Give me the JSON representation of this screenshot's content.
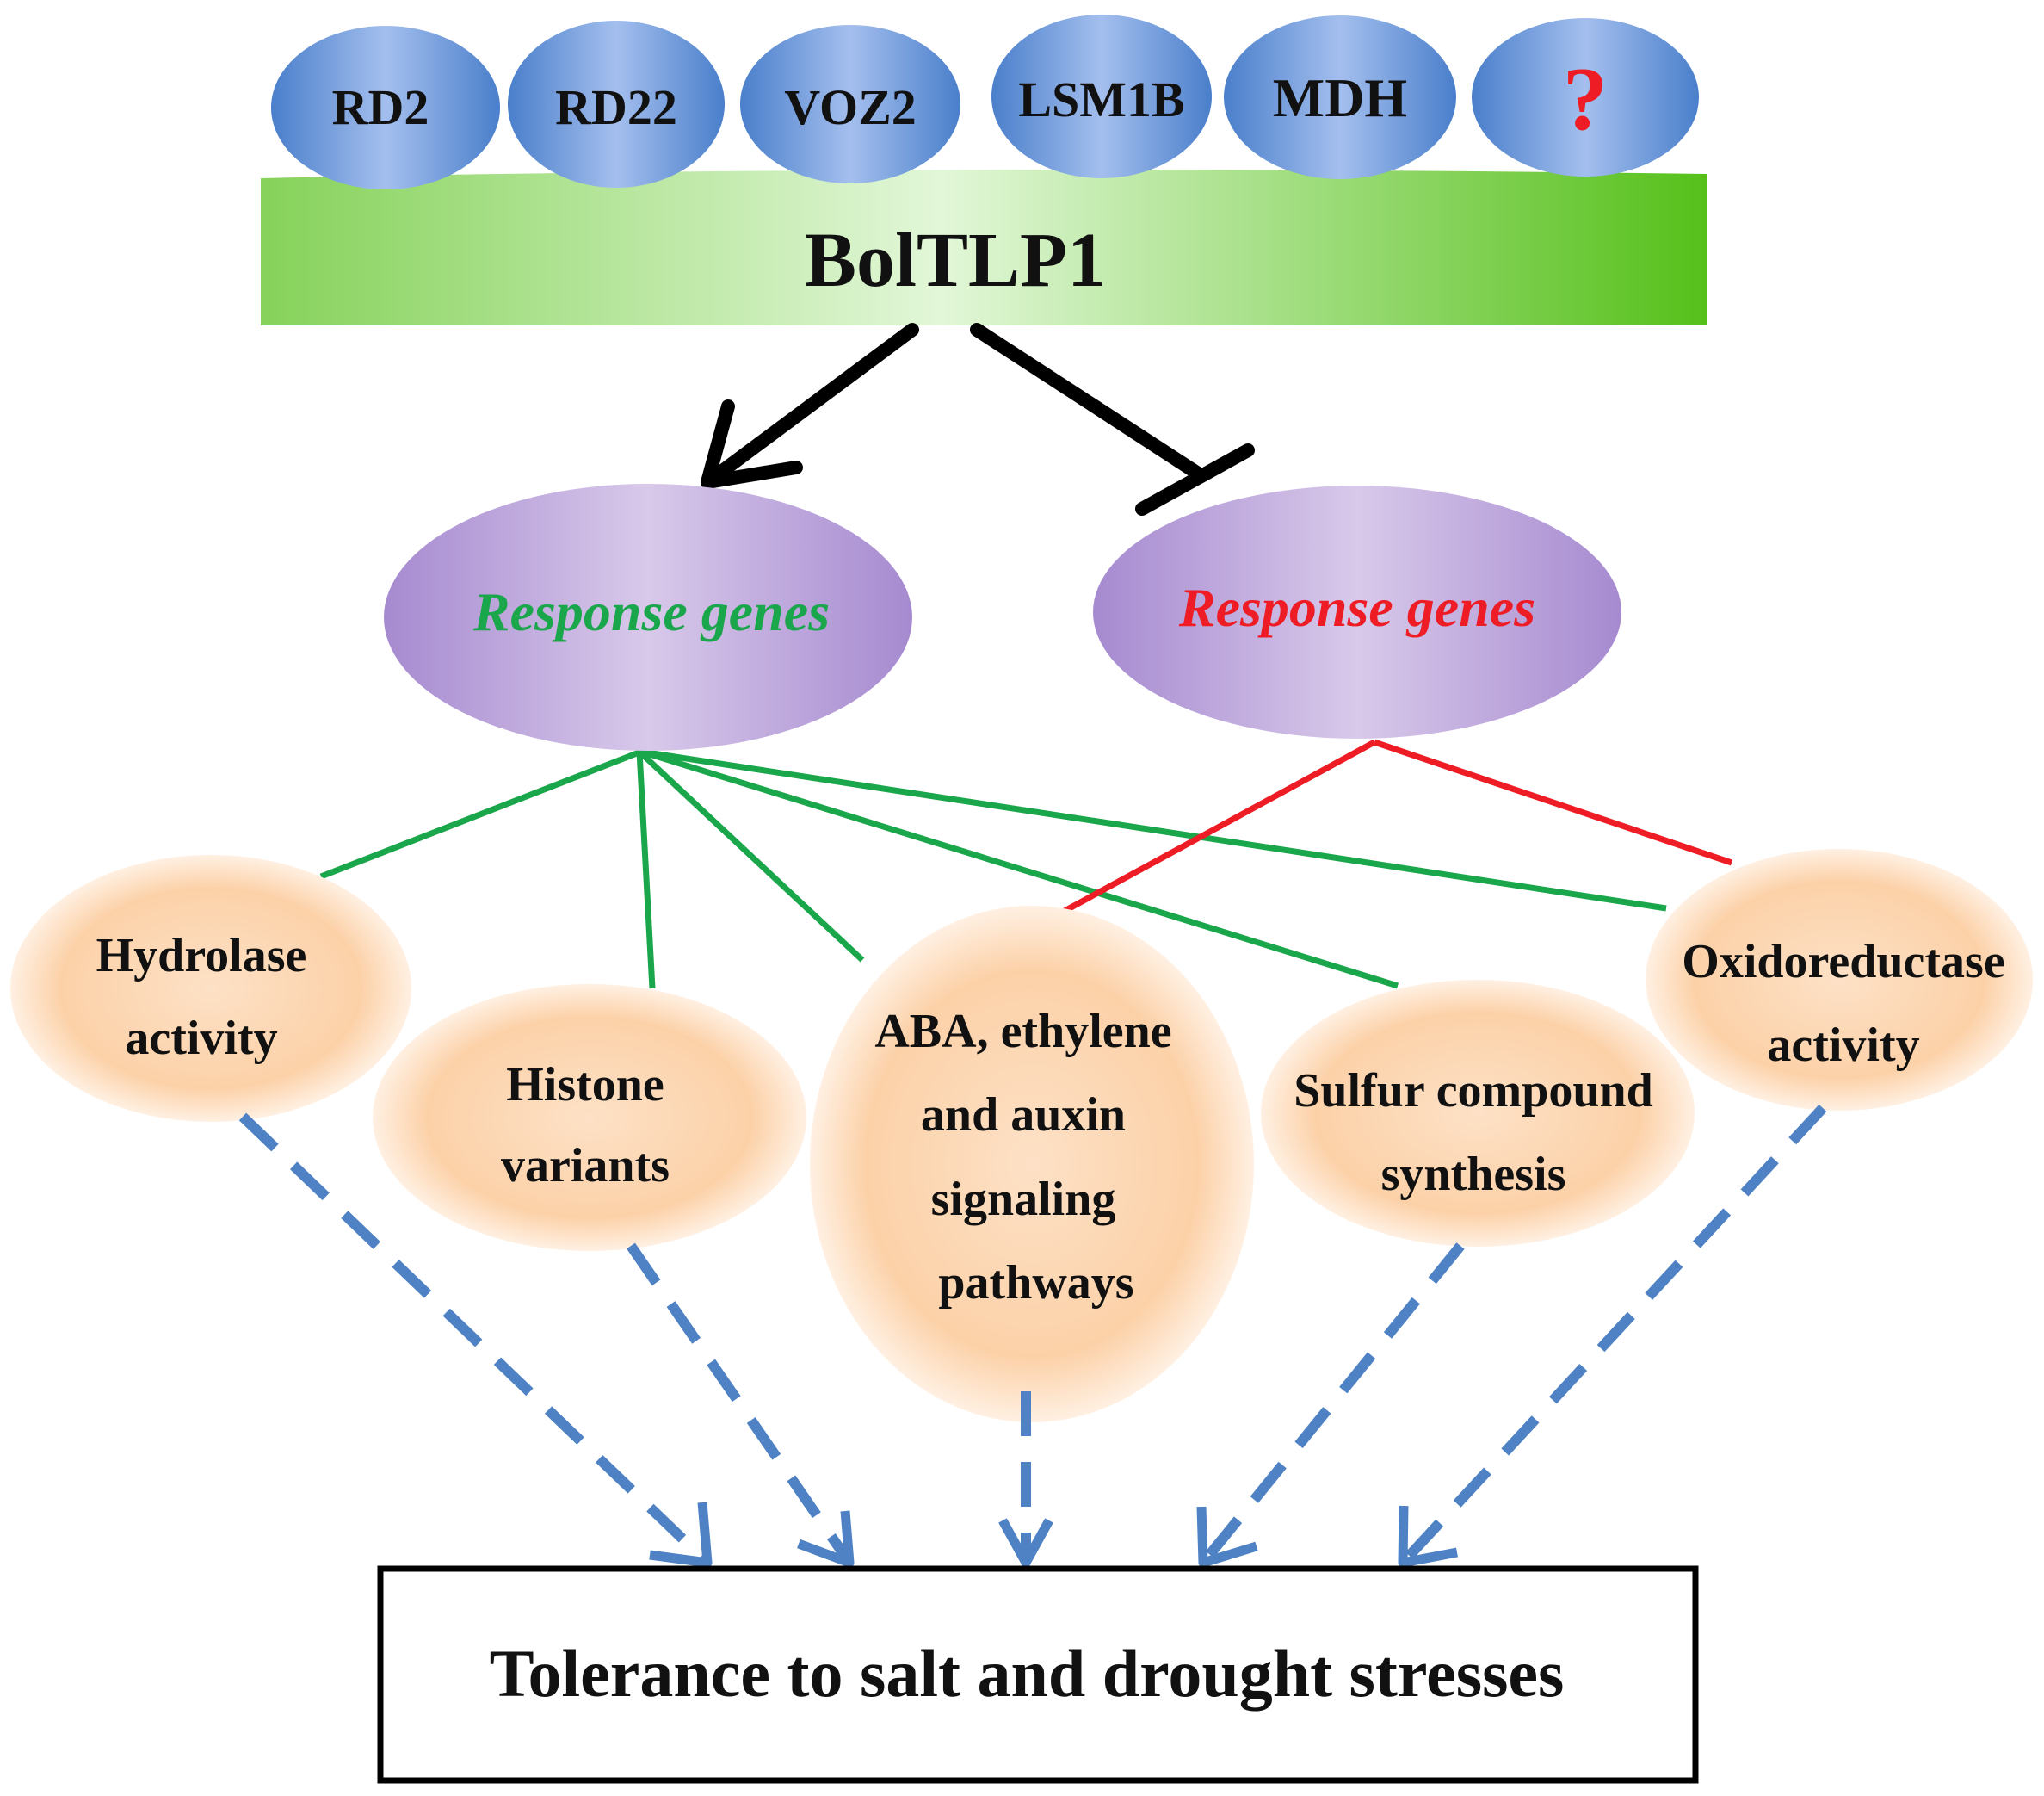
{
  "interactors": [
    {
      "label": "RD2"
    },
    {
      "label": "RD22"
    },
    {
      "label": "VOZ2"
    },
    {
      "label": "LSM1B"
    },
    {
      "label": "MDH"
    },
    {
      "label": "?"
    }
  ],
  "protein": {
    "label": "BolTLP1"
  },
  "response_genes": {
    "up": {
      "label": "Response genes",
      "color": "#1aa64a"
    },
    "down": {
      "label": "Response genes",
      "color": "#ee1c24"
    }
  },
  "functions": {
    "hydrolase": {
      "line1": "Hydrolase",
      "line2": "activity"
    },
    "histone": {
      "line1": "Histone",
      "line2": "variants"
    },
    "aba": {
      "line1": "ABA, ethylene",
      "line2": "and auxin",
      "line3": "signaling",
      "line4": "pathways"
    },
    "sulfur": {
      "line1": "Sulfur compound",
      "line2": "synthesis"
    },
    "oxido": {
      "line1": "Oxidoreductase",
      "line2": "activity"
    }
  },
  "outcome": {
    "label": "Tolerance to salt and drought stresses"
  },
  "colors": {
    "interactor_fill": "#6b98d8",
    "protein_bar": "#8fd66a",
    "response_fill": "#b49ad6",
    "function_fill": "#fcd3ad",
    "green_link": "#1aa64a",
    "red_link": "#ee1c24",
    "dashed_arrow": "#4f82c4"
  }
}
